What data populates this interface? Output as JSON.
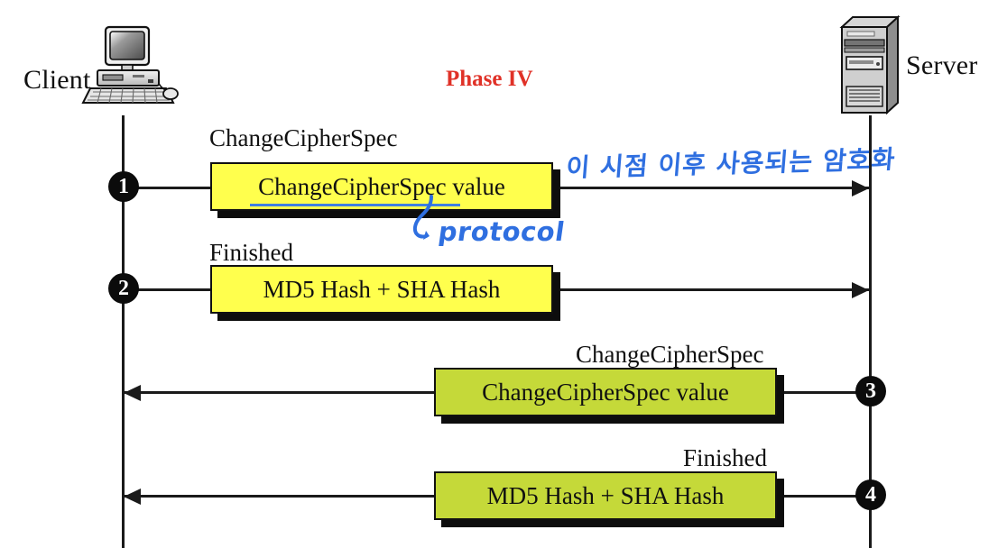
{
  "diagram": {
    "title": "Phase IV",
    "title_color": "#e03127",
    "endpoints": {
      "client_label": "Client",
      "server_label": "Server",
      "client_icon": "desktop-computer-icon",
      "server_icon": "server-tower-icon"
    },
    "colors": {
      "client_to_server_box": "#ffff4d",
      "server_to_client_box": "#c5d939",
      "line": "#1a1a1a",
      "bullet": "#0b0b0b",
      "pen_ink": "#2f6fe0"
    },
    "messages": [
      {
        "step": "1",
        "caption": "ChangeCipherSpec",
        "box_text": "ChangeCipherSpec value",
        "direction": "client-to-server",
        "color": "#ffff4d"
      },
      {
        "step": "2",
        "caption": "Finished",
        "box_text": "MD5 Hash + SHA Hash",
        "direction": "client-to-server",
        "color": "#ffff4d"
      },
      {
        "step": "3",
        "caption": "ChangeCipherSpec",
        "box_text": "ChangeCipherSpec value",
        "direction": "server-to-client",
        "color": "#c5d939"
      },
      {
        "step": "4",
        "caption": "Finished",
        "box_text": "MD5 Hash + SHA Hash",
        "direction": "server-to-client",
        "color": "#c5d939"
      }
    ],
    "annotations": [
      {
        "id": "korean-note",
        "text": "이 시점 이후 사용되는 암호화",
        "ink": "#2f6fe0",
        "style": "handwritten"
      },
      {
        "id": "protocol-note",
        "text": "protocol",
        "ink": "#2f6fe0",
        "style": "handwritten"
      }
    ]
  }
}
